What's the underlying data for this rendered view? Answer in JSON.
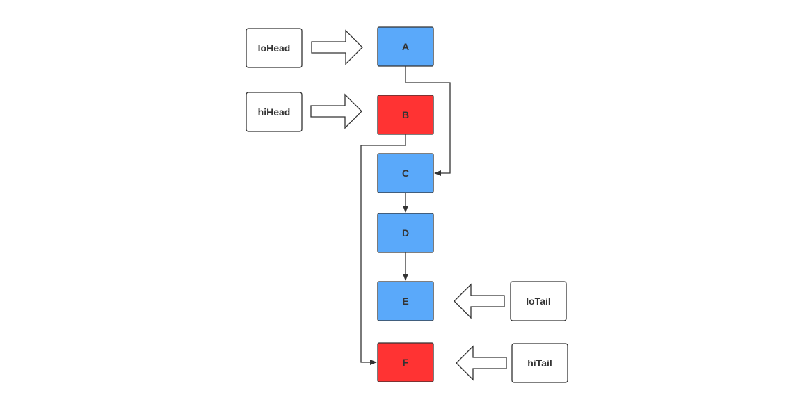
{
  "colors": {
    "low": "#5aa9fa",
    "high": "#ff3333",
    "pointer": "#ffffff",
    "stroke": "#333333"
  },
  "nodes": {
    "a": {
      "label": "A",
      "group": "low"
    },
    "b": {
      "label": "B",
      "group": "high"
    },
    "c": {
      "label": "C",
      "group": "low"
    },
    "d": {
      "label": "D",
      "group": "low"
    },
    "e": {
      "label": "E",
      "group": "low"
    },
    "f": {
      "label": "F",
      "group": "high"
    }
  },
  "pointers": {
    "lo_head": "loHead",
    "hi_head": "hiHead",
    "lo_tail": "loTail",
    "hi_tail": "hiTail"
  }
}
